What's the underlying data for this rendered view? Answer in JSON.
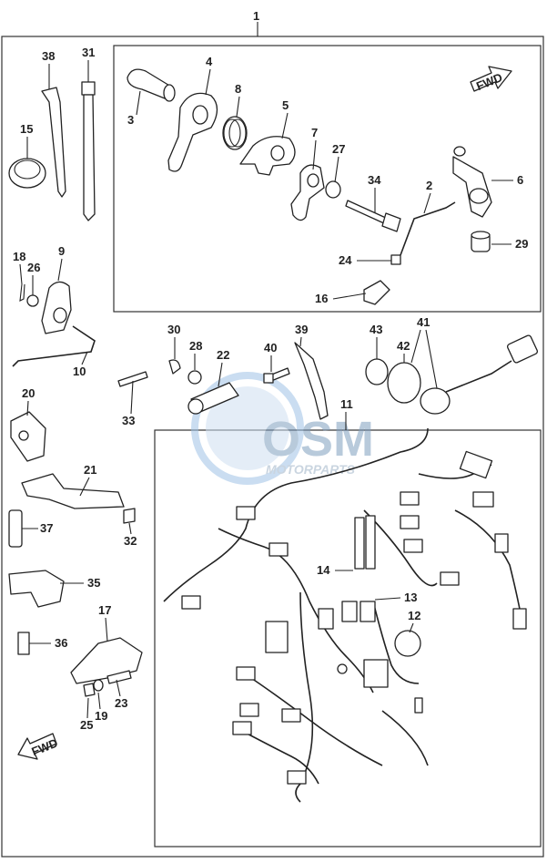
{
  "callouts": [
    "1",
    "2",
    "3",
    "4",
    "5",
    "6",
    "7",
    "8",
    "9",
    "10",
    "11",
    "12",
    "13",
    "14",
    "15",
    "16",
    "17",
    "18",
    "19",
    "20",
    "21",
    "22",
    "23",
    "24",
    "25",
    "26",
    "27",
    "28",
    "29",
    "30",
    "31",
    "32",
    "33",
    "34",
    "35",
    "36",
    "37",
    "38",
    "39",
    "40",
    "41",
    "42",
    "43"
  ],
  "fwd_label": "FWD",
  "watermark": {
    "brand": "OSM",
    "sub": "MOTORPARTS",
    "color": "#9fc3e6"
  },
  "colors": {
    "line": "#222222",
    "frame": "#333333",
    "background": "#ffffff"
  }
}
